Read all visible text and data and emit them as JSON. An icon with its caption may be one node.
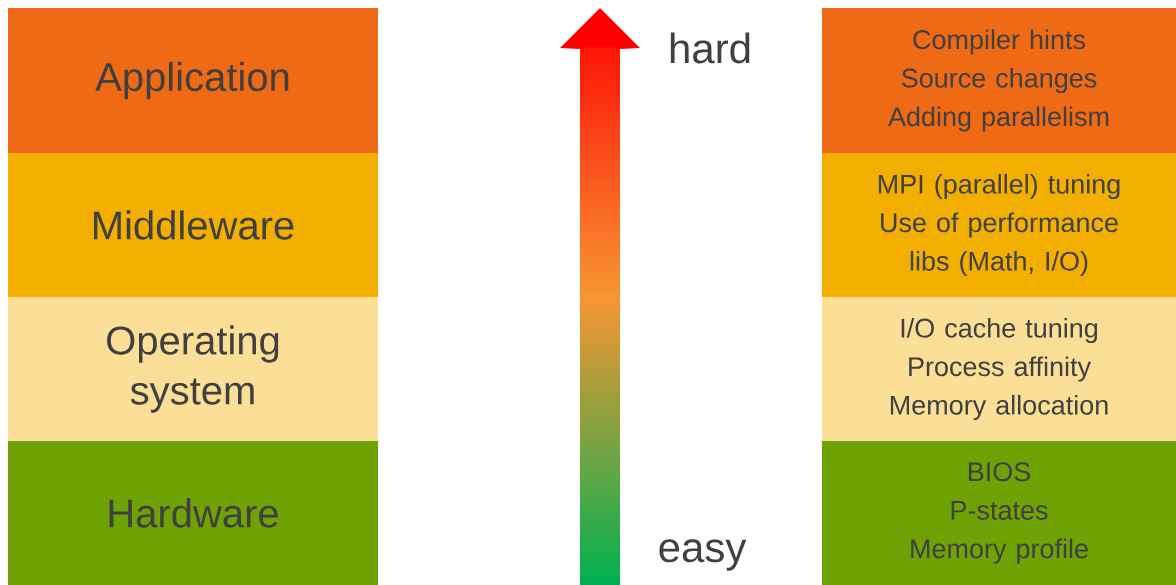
{
  "diagram": {
    "nodes": [
      {
        "text": [
          "Application"
        ]
      },
      {
        "text": [
          "Middleware"
        ]
      },
      {
        "text": [
          "Operating system"
        ]
      },
      {
        "text": [
          "Hardware"
        ]
      },
      {
        "text": [
          "Compiler hints",
          "Source changes",
          "Adding parallelism"
        ]
      },
      {
        "text": [
          "MPI (parallel) tuning",
          "Use of performance libs (Math, I/O)"
        ]
      },
      {
        "text": [
          "I/O cache tuning",
          "Process affinity",
          "Memory allocation"
        ]
      },
      {
        "text": [
          "BIOS",
          "P-states",
          "Memory profile"
        ]
      }
    ],
    "labels": [
      "hard",
      "easy"
    ]
  }
}
